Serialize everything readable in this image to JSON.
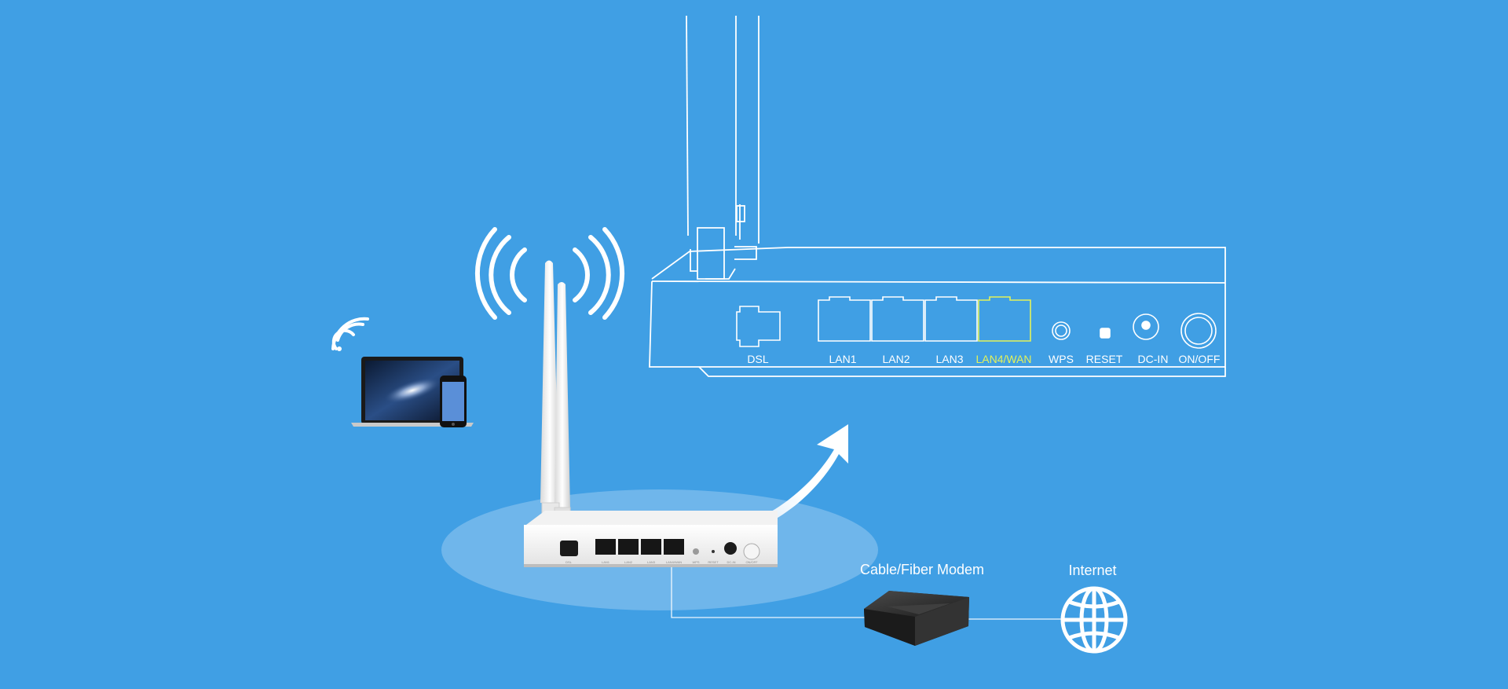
{
  "diagram": {
    "background_color": "#409fe4",
    "highlight_color": "#e2f25a",
    "router_back_panel": {
      "ports": {
        "dsl": "DSL",
        "lan1": "LAN1",
        "lan2": "LAN2",
        "lan3": "LAN3",
        "lan4wan": "LAN4/WAN",
        "wps": "WPS",
        "reset": "RESET",
        "dcin": "DC-IN",
        "onoff": "ON/OFF"
      },
      "highlighted_port": "LAN4/WAN"
    },
    "nodes": {
      "modem": "Cable/Fiber Modem",
      "internet": "Internet"
    },
    "icons": [
      "wifi-signal-icon",
      "laptop-icon",
      "phone-icon",
      "router-icon",
      "modem-icon",
      "globe-icon",
      "arrow-icon"
    ]
  }
}
